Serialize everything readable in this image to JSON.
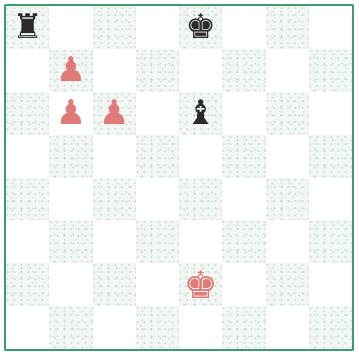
{
  "board": {
    "colors": {
      "frame": "#3e9a70",
      "white_piece": "#e07a78",
      "black_piece": "#2b2b2b"
    },
    "pieces": [
      {
        "square": "a8",
        "type": "rook",
        "color": "black",
        "glyph": "♜"
      },
      {
        "square": "e8",
        "type": "king",
        "color": "black",
        "glyph": "♚"
      },
      {
        "square": "b7",
        "type": "pawn",
        "color": "white",
        "glyph": "♟"
      },
      {
        "square": "b6",
        "type": "pawn",
        "color": "white",
        "glyph": "♟"
      },
      {
        "square": "c6",
        "type": "pawn",
        "color": "white",
        "glyph": "♟"
      },
      {
        "square": "e6",
        "type": "bishop",
        "color": "black",
        "glyph": "♝"
      },
      {
        "square": "e2",
        "type": "king",
        "color": "white",
        "glyph": "♚"
      }
    ]
  }
}
